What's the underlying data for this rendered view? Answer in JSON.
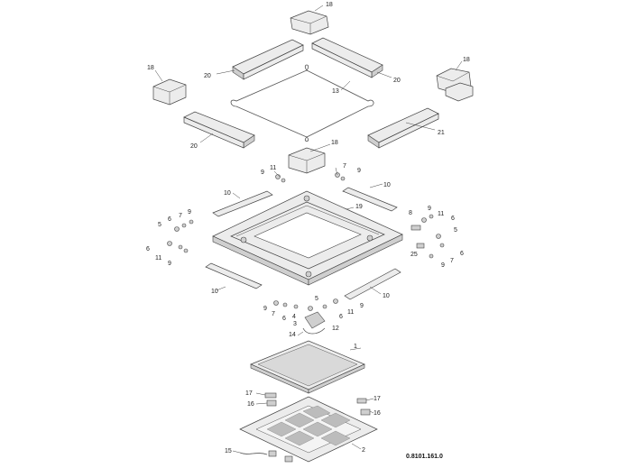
{
  "drawing_code": "0.8101.161.0",
  "callouts": {
    "c18_top": "18",
    "c18_left": "18",
    "c18_right": "18",
    "c18_mid": "18",
    "c20_a": "20",
    "c20_b": "20",
    "c20_c": "20",
    "c21": "21",
    "c13": "13",
    "c11_top": "11",
    "c9_top": "9",
    "c7_top": "7",
    "c9_top2": "9",
    "c10_a": "10",
    "c10_b": "10",
    "c10_c": "10",
    "c10_d": "10",
    "c19": "19",
    "c9_l1": "9",
    "c7_l": "7",
    "c6_l": "6",
    "c5_l": "5",
    "c6_l2": "6",
    "c11_l": "11",
    "c9_l2": "9",
    "c8_r": "8",
    "c9_r": "9",
    "c11_r": "11",
    "c6_r": "6",
    "c5_r": "5",
    "c25": "25",
    "c6_r2": "6",
    "c7_r": "7",
    "c9_r2": "9",
    "c9_b1": "9",
    "c7_b": "7",
    "c6_b": "6",
    "c5_b": "5",
    "c4_b": "4",
    "c3_b": "3",
    "c14": "14",
    "c12": "12",
    "c6_b2": "6",
    "c11_b": "11",
    "c9_b2": "9",
    "c1": "1",
    "c17_l": "17",
    "c16_l": "16",
    "c17_r": "17",
    "c16_r": "16",
    "c2": "2",
    "c15": "15"
  }
}
